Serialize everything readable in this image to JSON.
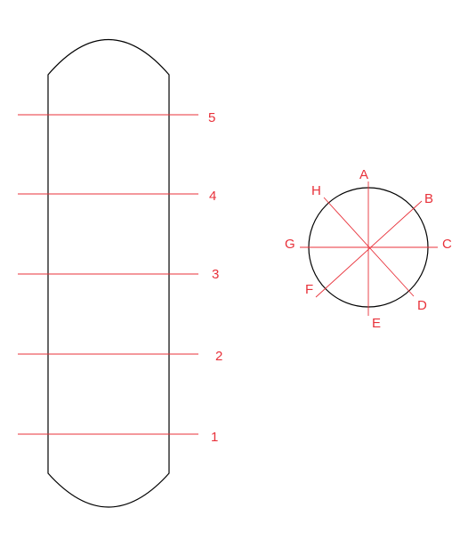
{
  "colors": {
    "outline": "#000000",
    "guide": "#e8313a",
    "label": "#e8313a",
    "background": "#ffffff"
  },
  "vessel": {
    "level_labels": [
      "1",
      "2",
      "3",
      "4",
      "5"
    ]
  },
  "section": {
    "direction_labels": [
      "A",
      "B",
      "C",
      "D",
      "E",
      "F",
      "G",
      "H"
    ]
  }
}
